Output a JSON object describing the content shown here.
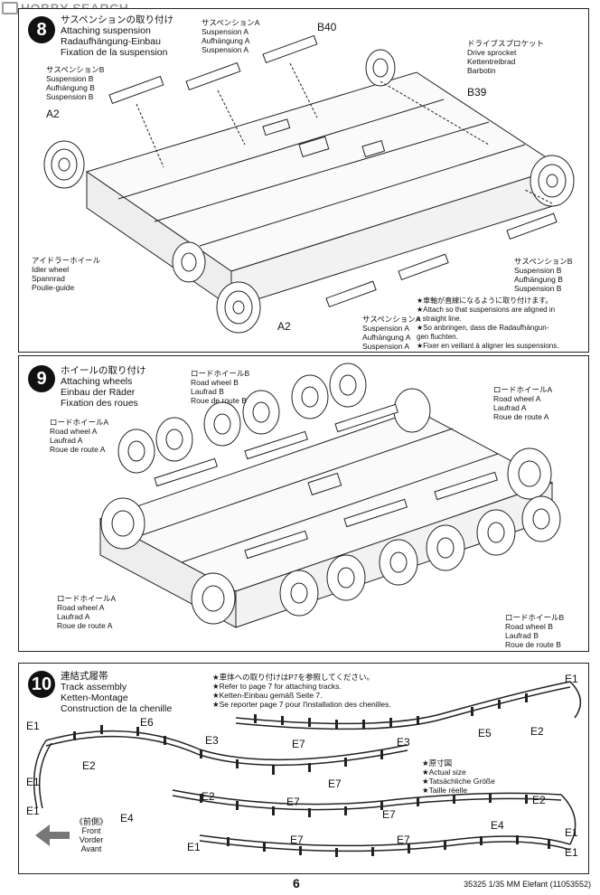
{
  "watermark": "HOBBY SEARCH",
  "step8": {
    "number": "8",
    "title": [
      "サスペンションの取り付け",
      "Attaching suspension",
      "Radaufhängung-Einbau",
      "Fixation de la suspension"
    ],
    "susp_a": [
      "サスペンションA",
      "Suspension A",
      "Aufhängung A",
      "Suspension A"
    ],
    "susp_b_left": [
      "サスペンションB",
      "Suspension B",
      "Aufhängung B",
      "Suspension B"
    ],
    "drive": [
      "ドライブスプロケット",
      "Drive sprocket",
      "Kettentreibrad",
      "Barbotin"
    ],
    "idler": [
      "アイドラーホイール",
      "Idler wheel",
      "Spannrad",
      "Poulie-guide"
    ],
    "susp_b_right": [
      "サスペンションB",
      "Suspension B",
      "Aufhängung B",
      "Suspension B"
    ],
    "susp_a_bottom": [
      "サスペンションA",
      "Suspension A",
      "Aufhängung A",
      "Suspension A"
    ],
    "callouts": {
      "b40": "B40",
      "b39": "B39",
      "a2_top": "A2",
      "a2_bottom": "A2"
    },
    "note": [
      "★車軸が直線になるように取り付けます。",
      "★Attach so that suspensions are aligned in",
      "a straight line.",
      "★So anbringen, dass die Radaufhängun-",
      "gen fluchten.",
      "★Fixer en veillant à aligner les suspensions."
    ]
  },
  "step9": {
    "number": "9",
    "title": [
      "ホイールの取り付け",
      "Attaching wheels",
      "Einbau der Räder",
      "Fixation des roues"
    ],
    "rw_b_top": [
      "ロードホイールB",
      "Road wheel B",
      "Laufrad B",
      "Roue de route B"
    ],
    "rw_a_right": [
      "ロードホイールA",
      "Road wheel A",
      "Laufrad A",
      "Roue de route A"
    ],
    "rw_a_left": [
      "ロードホイールA",
      "Road wheel A",
      "Laufrad A",
      "Roue de route A"
    ],
    "rw_a_bottom": [
      "ロードホイールA",
      "Road wheel A",
      "Laufrad A",
      "Roue de route A"
    ],
    "rw_b_bottom": [
      "ロードホイールB",
      "Road wheel B",
      "Laufrad B",
      "Roue de route B"
    ]
  },
  "step10": {
    "number": "10",
    "title": [
      "連結式履帯",
      "Track assembly",
      "Ketten-Montage",
      "Construction de la chenille"
    ],
    "note_top": [
      "★車体への取り付けはP7を参照してください。",
      "★Refer to page 7 for attaching tracks.",
      "★Ketten-Einbau gemäß Seite 7.",
      "★Se reporter page 7 pour l'installation des chenilles."
    ],
    "actual": [
      "★原寸図",
      "★Actual size",
      "★Tatsächliche Größe",
      "★Taille réelle"
    ],
    "front": [
      "《前側》",
      "Front",
      "Vorder",
      "Avant"
    ],
    "parts": {
      "e1_tr": "E1",
      "e2_tr": "E2",
      "e5": "E5",
      "e3_r": "E3",
      "e7_r": "E7",
      "e7_r2": "E7",
      "e1_l": "E1",
      "e6": "E6",
      "e3_l": "E3",
      "e2_l": "E2",
      "e1_l2": "E1",
      "e1_l3": "E1",
      "e2_m": "E2",
      "e4_l": "E4",
      "e7_m": "E7",
      "e7_m2": "E7",
      "e1_b": "E1",
      "e2_r": "E2",
      "e4_r": "E4",
      "e7_b": "E7",
      "e7_b2": "E7",
      "e1_br": "E1",
      "e1_br2": "E1"
    }
  },
  "footer": {
    "page": "6",
    "code": "35325  1/35 MM Elefant (11053552)"
  }
}
